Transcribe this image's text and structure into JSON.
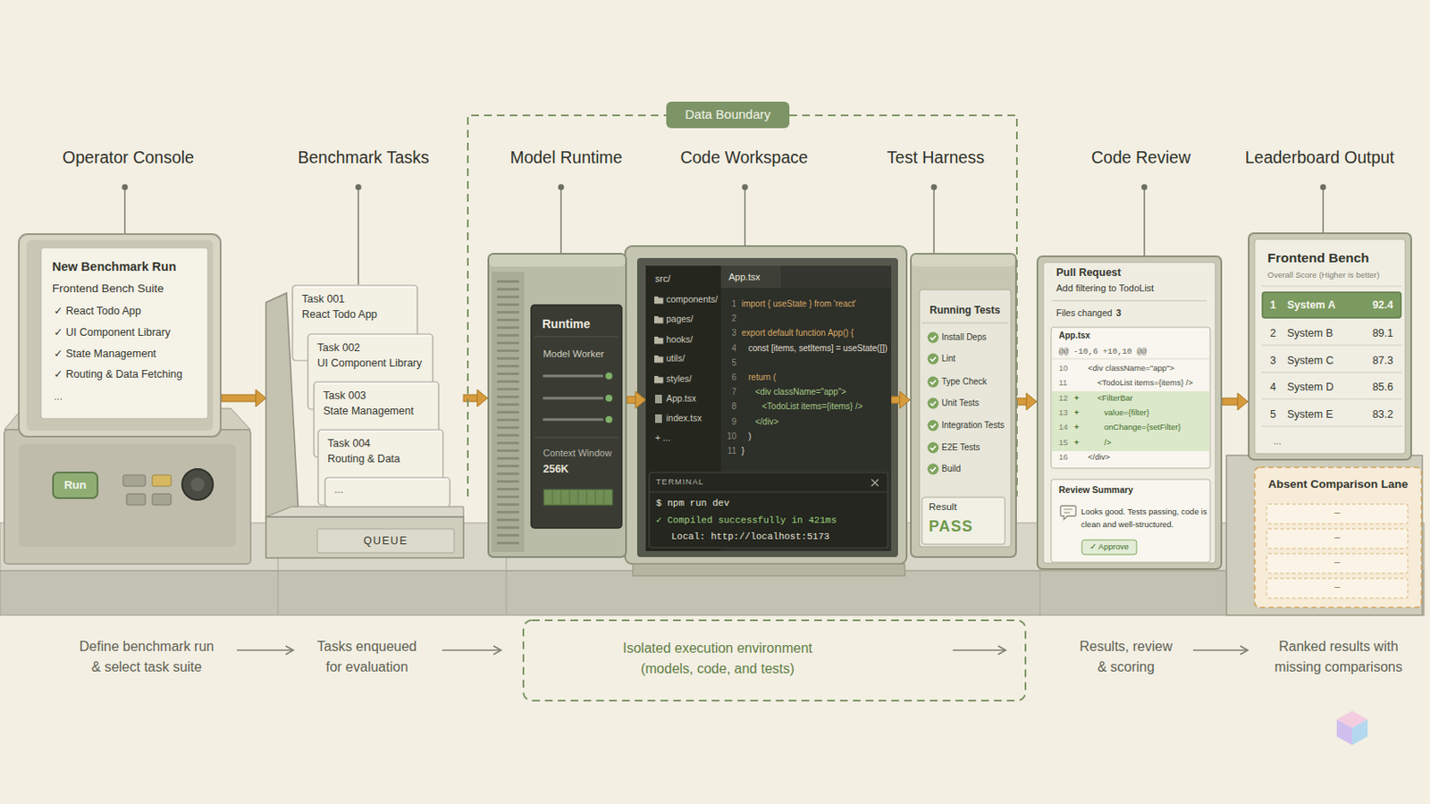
{
  "diagram": {
    "nodes": [
      {
        "text": [
          "New Benchmark Run",
          "Frontend Bench Suite",
          "✓ React Todo App",
          "✓ UI Component Library",
          "✓ State Management",
          "✓ Routing & Data Fetching",
          "..."
        ]
      },
      {
        "text": [
          "Run"
        ]
      },
      {
        "text": [
          "QUEUE"
        ]
      },
      {
        "text": [
          "Task 001",
          "React Todo App"
        ],
        "in": 2
      },
      {
        "text": [
          "Task 002",
          "UI Component Library"
        ],
        "in": 2
      },
      {
        "text": [
          "Task 003",
          "State Management"
        ],
        "in": 2
      },
      {
        "text": [
          "Task 004",
          "Routing & Data"
        ],
        "in": 2
      },
      {
        "text": [
          "..."
        ],
        "in": 2
      },
      {
        "text": [
          "Data Boundary"
        ]
      },
      {
        "text": [
          "Runtime",
          "Model Worker",
          "Context Window",
          "256K"
        ],
        "in": 8
      },
      {
        "text": [
          "src/",
          "components/",
          "pages/",
          "hooks/",
          "utils/",
          "styles/",
          "App.tsx",
          "index.tsx",
          "+ ...",
          "App.tsx",
          "1",
          "import { useState } from 'react'",
          "2",
          "3",
          "export default function App() {",
          "4",
          "const [items, setItems] = useState([])",
          "5",
          "6",
          "return (",
          "7",
          "<div className=\"app\">",
          "8",
          "<TodoList items={items} />",
          "9",
          "</div>",
          "10",
          ")",
          "11",
          "}"
        ],
        "in": 8
      },
      {
        "text": [
          "TERMINAL",
          "$ npm run dev",
          "✓ Compiled successfully in 421ms",
          "Local: http://localhost:5173"
        ],
        "in": 10
      },
      {
        "text": [
          "Running Tests",
          "Install Deps",
          "Lint",
          "Type Check",
          "Unit Tests",
          "Integration Tests",
          "E2E Tests",
          "Build"
        ],
        "in": 8
      },
      {
        "text": [
          "Result",
          "PASS"
        ],
        "in": 12
      },
      {
        "text": [
          "Pull Request",
          "Add filtering to TodoList",
          "Files changed",
          "3"
        ]
      },
      {
        "text": [
          "App.tsx",
          "@@ -10,6 +10,10 @@",
          "10",
          "<div className=\"app\">",
          "11",
          "<TodoList items={items} />",
          "12",
          "+",
          "<FilterBar",
          "13",
          "+",
          "value={filter}",
          "14",
          "+",
          "onChange={setFilter}",
          "15",
          "+",
          "/>",
          "16",
          "</div>"
        ],
        "in": 14
      },
      {
        "text": [
          "Review Summary",
          "Looks good. Tests passing, code is clean and well-structured."
        ],
        "in": 14
      },
      {
        "text": [
          "✓ Approve"
        ],
        "in": 16
      },
      {
        "text": [
          "Frontend Bench",
          "Overall Score (Higher is better)",
          "..."
        ]
      },
      {
        "text": [
          "1",
          "System A",
          "92.4"
        ],
        "in": 18
      },
      {
        "text": [
          "2",
          "System B",
          "89.1"
        ],
        "in": 18
      },
      {
        "text": [
          "3",
          "System C",
          "87.3"
        ],
        "in": 18
      },
      {
        "text": [
          "4",
          "System D",
          "85.6"
        ],
        "in": 18
      },
      {
        "text": [
          "5",
          "System E",
          "83.2"
        ],
        "in": 18
      },
      {
        "text": [
          "Absent Comparison Lane"
        ]
      },
      {
        "text": [
          "–"
        ],
        "in": 24
      },
      {
        "text": [
          "–"
        ],
        "in": 24
      },
      {
        "text": [
          "–"
        ],
        "in": 24
      },
      {
        "text": [
          "–"
        ],
        "in": 24
      },
      {
        "text": [
          "Isolated execution environment (models, code, and tests)"
        ]
      }
    ],
    "edges": [
      {
        "from": 0,
        "to": 2,
        "arrow": "to"
      },
      {
        "from": 2,
        "to": 9,
        "arrow": "to"
      },
      {
        "from": 9,
        "to": 10,
        "arrow": "to"
      },
      {
        "from": 10,
        "to": 12,
        "arrow": "to"
      },
      {
        "from": 12,
        "to": 14,
        "arrow": "to"
      },
      {
        "from": 14,
        "to": 18,
        "arrow": "to"
      }
    ],
    "labels": [
      "Operator Console",
      "Benchmark Tasks",
      "Model Runtime",
      "Code Workspace",
      "Test Harness",
      "Code Review",
      "Leaderboard Output",
      "Define benchmark run & select task suite",
      "Tasks enqueued for evaluation",
      "Results, review & scoring",
      "Ranked results with missing comparisons"
    ]
  }
}
